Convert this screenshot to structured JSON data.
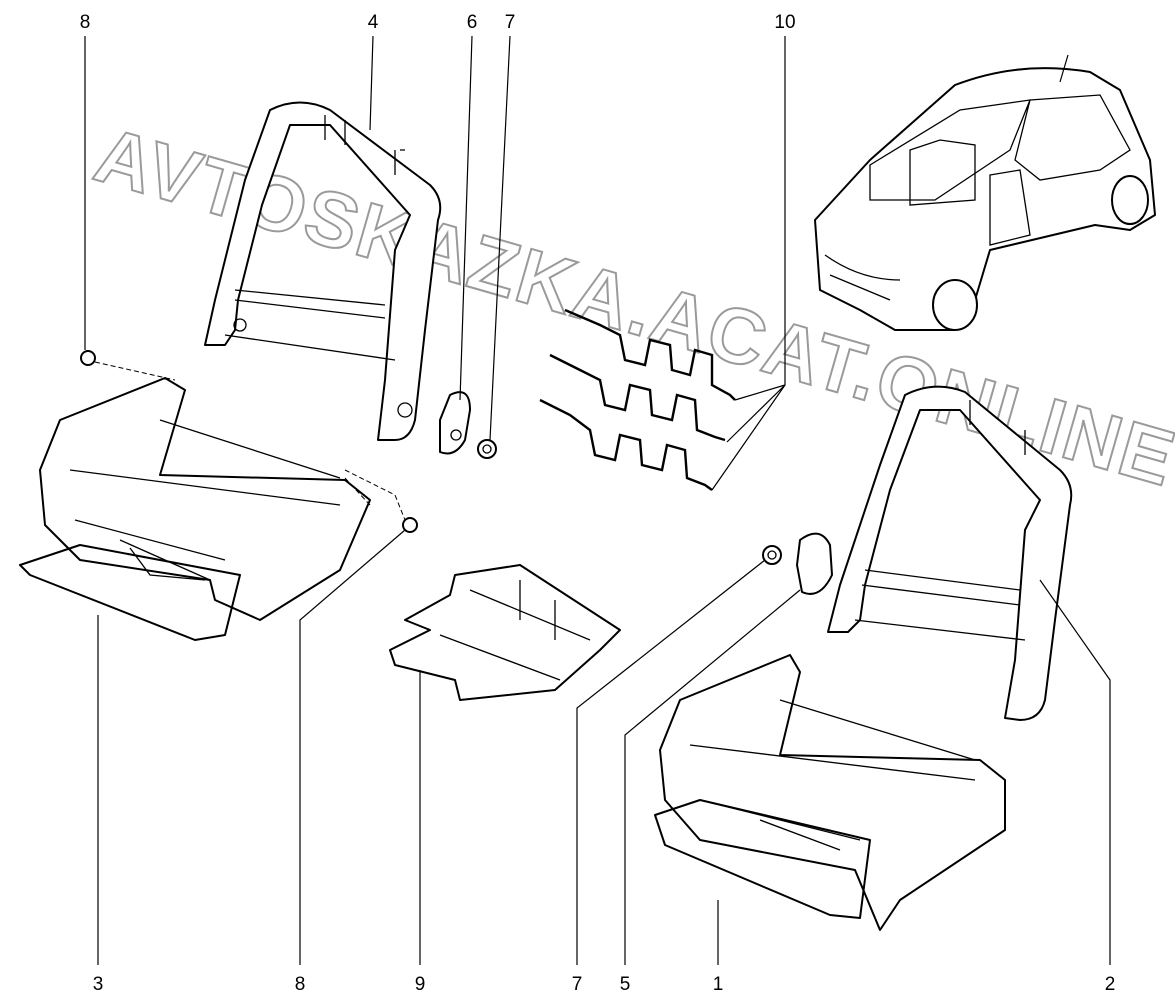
{
  "diagram": {
    "type": "exploded parts diagram",
    "watermark": "AVTOSKAZKA.ACAT.ONLINE",
    "callouts_top": [
      "8",
      "4",
      "6",
      "7",
      "10"
    ],
    "callouts_bottom": [
      "3",
      "8",
      "9",
      "7",
      "5",
      "1",
      "2"
    ]
  }
}
